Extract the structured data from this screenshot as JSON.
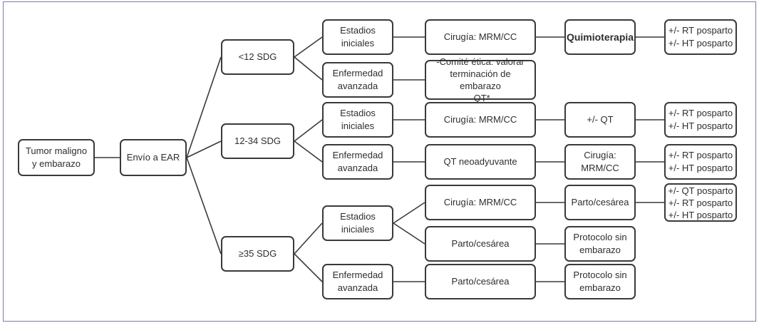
{
  "colors": {
    "border": "#3a3a3a",
    "text": "#2e2e2e",
    "frame": "#7f7aa6",
    "line": "#3a3a3a"
  },
  "nodes": {
    "root": "Tumor maligno\ny embarazo",
    "referral": "Envío a EAR",
    "ga_lt12": "<12 SDG",
    "ga_12_34": "12-34 SDG",
    "ga_ge35": "≥35 SDG",
    "lt12_early": "Estadios iniciales",
    "lt12_advanced": "Enfermedad\navanzada",
    "lt12_surgery": "Cirugía: MRM/CC",
    "lt12_ethics": "-Comité ética: valorar\nterminación de embarazo\n-QT*",
    "lt12_chemo": "Quimioterapia",
    "lt12_postpartum": "+/- RT posparto\n+/- HT posparto",
    "mid_early": "Estadios iniciales",
    "mid_advanced": "Enfermedad\navanzada",
    "mid_surgery": "Cirugía: MRM/CC",
    "mid_neoadjuvant": "QT neoadyuvante",
    "mid_qt": "+/- QT",
    "mid_surgery2": "Cirugía:\nMRM/CC",
    "mid_postpartum1": "+/- RT posparto\n+/- HT posparto",
    "mid_postpartum2": "+/- RT posparto\n+/- HT posparto",
    "ge35_early": "Estadios iniciales",
    "ge35_advanced": "Enfermedad\navanzada",
    "ge35_surgery": "Cirugía: MRM/CC",
    "ge35_delivery1": "Parto/cesárea",
    "ge35_delivery2": "Parto/cesárea",
    "ge35_delivery_after_surgery": "Parto/cesárea",
    "ge35_protocol1": "Protocolo sin\nembarazo",
    "ge35_protocol2": "Protocolo sin\nembarazo",
    "ge35_postpartum": "+/- QT posparto\n+/- RT posparto\n+/- HT posparto"
  }
}
